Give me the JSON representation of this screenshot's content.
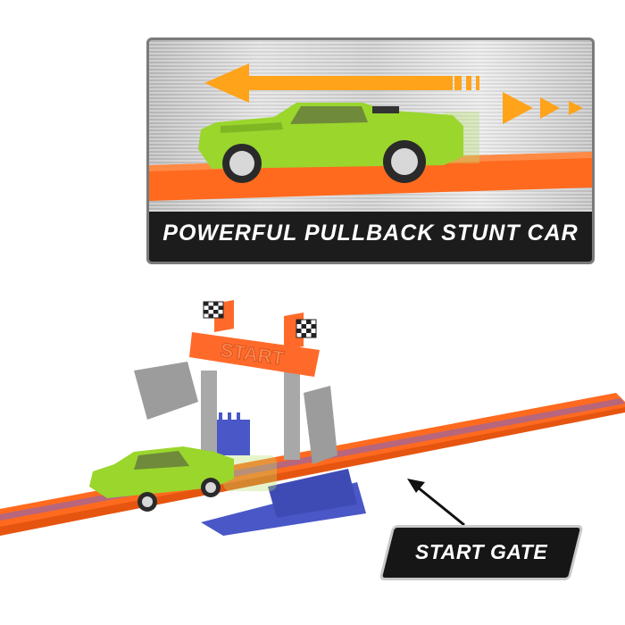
{
  "feature_panel": {
    "title": "POWERFUL PULLBACK STUNT CAR"
  },
  "scene": {
    "gate_sign_text": "START",
    "callout_label": "START GATE"
  },
  "colors": {
    "track_orange": "#ff6a1f",
    "car_green": "#9ad62c",
    "arrow_orange": "#ffa31a",
    "gate_orange": "#ff6a2a",
    "gate_grey": "#9c9c9c",
    "launcher_blue": "#4a57c7",
    "banner_black": "#1c1c1c"
  },
  "icons": [
    "left-arrow-icon",
    "chevron-right-icon",
    "checkered-flag-icon",
    "pointer-arrow-icon"
  ]
}
